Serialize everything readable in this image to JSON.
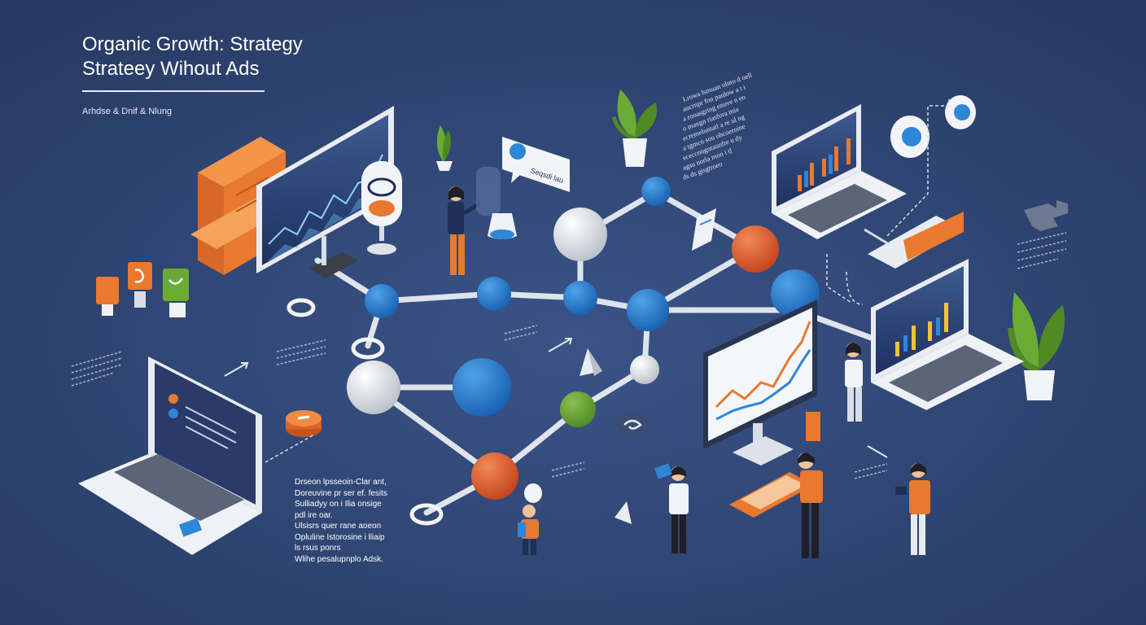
{
  "header": {
    "title_line1": "Organic Growth: Strategy",
    "title_line2": "Strateey Wihout Ads",
    "byline": "Arhdse & Dnif & Nlung"
  },
  "chat_bubble": {
    "text": "Seqsdi lau"
  },
  "text_blocks": {
    "top_right_lines": [
      "Lrowa lsmuan olnto d oell",
      "aucrnpr fon paulow a t i",
      "a rooasgring enuve n eo",
      "o mangn riasfora mia",
      "ecremeluntatl a re ul ng",
      "a tgmcn sou ohcoeroine",
      "ececcongntaunfre u dy",
      "agsu norla mon i tl",
      "ds ds gisgtroeo"
    ],
    "bottom_para_lines": [
      "Drseon lpsseoin-Clar ant,",
      "Doreuvine pr ser ef. fesits",
      "Sulliadyy on i Ilia onsige",
      "pdl ire oar.",
      "Ulsisrs quer rane aoeon",
      "Opluline Istorosine i lliaip",
      "ls rsus ponrs",
      "Wlihe pesalupnplo Adsk."
    ]
  },
  "colors": {
    "background": "#2f4470",
    "orange": "#e8792f",
    "blue": "#2e86d8",
    "green": "#6aab36",
    "white": "#ffffff"
  },
  "icons": [
    "monitor-icon",
    "laptop-icon",
    "plant-icon",
    "person-icon",
    "chat-icon",
    "chart-icon",
    "link-icon"
  ]
}
